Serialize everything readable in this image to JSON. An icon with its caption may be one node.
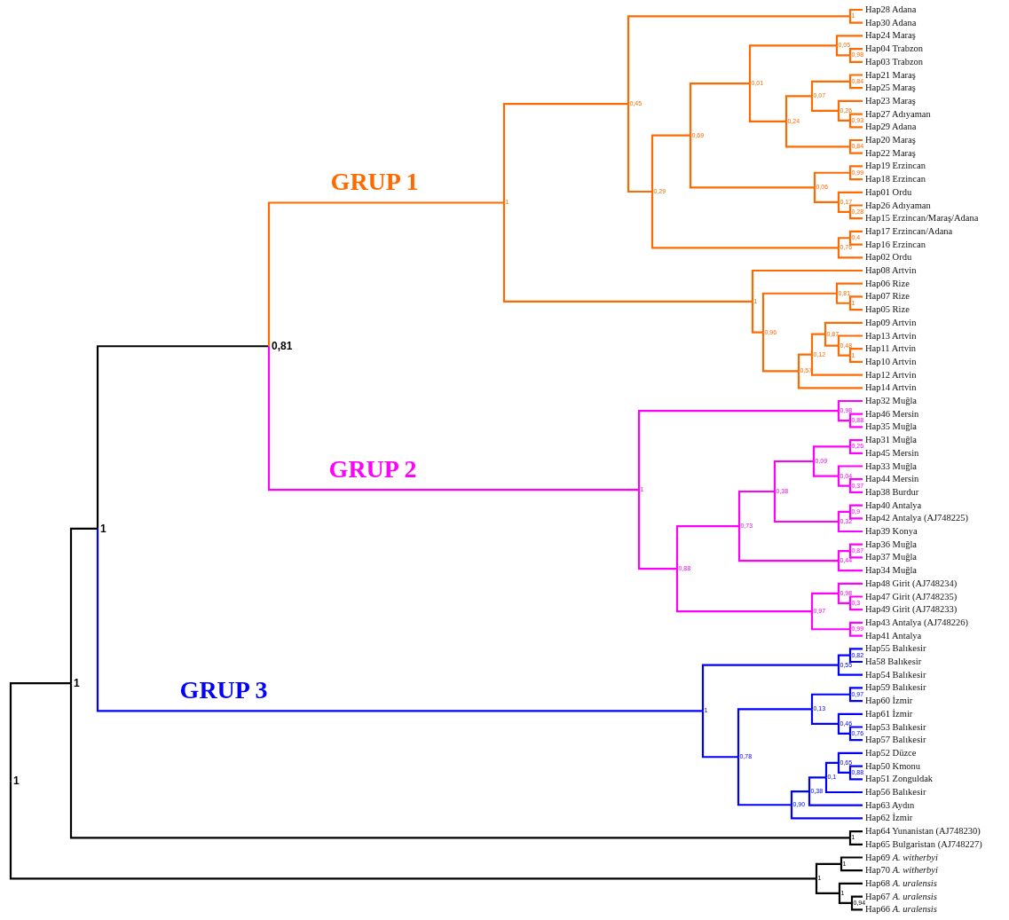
{
  "diagram": {
    "nodes": [
      {
        "text": [
          "1"
        ]
      },
      {
        "text": [
          "1"
        ]
      },
      {
        "text": [
          "1"
        ]
      },
      {
        "text": [
          "0,81"
        ]
      },
      {
        "text": [
          "1"
        ]
      },
      {
        "text": [
          "0,45"
        ]
      },
      {
        "text": [
          "1"
        ]
      },
      {
        "text": [
          "Hap28 Adana"
        ]
      },
      {
        "text": [
          "Hap30 Adana"
        ]
      },
      {
        "text": [
          "0,29"
        ]
      },
      {
        "text": [
          "0,69"
        ]
      },
      {
        "text": [
          "0,01"
        ]
      },
      {
        "text": [
          "0,05"
        ]
      },
      {
        "text": [
          "Hap24 Maraş"
        ]
      },
      {
        "text": [
          "0,98"
        ]
      },
      {
        "text": [
          "Hap04 Trabzon"
        ]
      },
      {
        "text": [
          "Hap03 Trabzon"
        ]
      },
      {
        "text": [
          "0,24"
        ]
      },
      {
        "text": [
          "0,07"
        ]
      },
      {
        "text": [
          "0,84"
        ]
      },
      {
        "text": [
          "Hap21 Maraş"
        ]
      },
      {
        "text": [
          "Hap25 Maraş"
        ]
      },
      {
        "text": [
          "0,26"
        ]
      },
      {
        "text": [
          "Hap23 Maraş"
        ]
      },
      {
        "text": [
          "0,93"
        ]
      },
      {
        "text": [
          "Hap27 Adıyaman"
        ]
      },
      {
        "text": [
          "Hap29 Adana"
        ]
      },
      {
        "text": [
          "0,84"
        ]
      },
      {
        "text": [
          "Hap20 Maraş"
        ]
      },
      {
        "text": [
          "Hap22 Maraş"
        ]
      },
      {
        "text": [
          "0,06"
        ]
      },
      {
        "text": [
          "0,99"
        ]
      },
      {
        "text": [
          "Hap19 Erzincan"
        ]
      },
      {
        "text": [
          "Hap18 Erzincan"
        ]
      },
      {
        "text": [
          "0,17"
        ]
      },
      {
        "text": [
          "Hap01 Ordu"
        ]
      },
      {
        "text": [
          "0,28"
        ]
      },
      {
        "text": [
          "Hap26 Adıyaman"
        ]
      },
      {
        "text": [
          "Hap15 Erzincan/Maraş/Adana"
        ]
      },
      {
        "text": [
          "0,76"
        ]
      },
      {
        "text": [
          "0,4"
        ]
      },
      {
        "text": [
          "Hap17 Erzincan/Adana"
        ]
      },
      {
        "text": [
          "Hap16 Erzincan"
        ]
      },
      {
        "text": [
          "Hap02 Ordu"
        ]
      },
      {
        "text": [
          "1"
        ]
      },
      {
        "text": [
          "Hap08 Artvin"
        ]
      },
      {
        "text": [
          "0,96"
        ]
      },
      {
        "text": [
          "0,81"
        ]
      },
      {
        "text": [
          "Hap06 Rize"
        ]
      },
      {
        "text": [
          "1"
        ]
      },
      {
        "text": [
          "Hap07 Rize"
        ]
      },
      {
        "text": [
          "Hap05 Rize"
        ]
      },
      {
        "text": [
          "0,57"
        ]
      },
      {
        "text": [
          "0,12"
        ]
      },
      {
        "text": [
          "0,87"
        ]
      },
      {
        "text": [
          "Hap09 Artvin"
        ]
      },
      {
        "text": [
          "0,48"
        ]
      },
      {
        "text": [
          "Hap13 Artvin"
        ]
      },
      {
        "text": [
          "1"
        ]
      },
      {
        "text": [
          "Hap11 Artvin"
        ]
      },
      {
        "text": [
          "Hap10 Artvin"
        ]
      },
      {
        "text": [
          "Hap12 Artvin"
        ]
      },
      {
        "text": [
          "Hap14 Artvin"
        ]
      },
      {
        "text": [
          "1"
        ]
      },
      {
        "text": [
          "0,98"
        ]
      },
      {
        "text": [
          "Hap32 Muğla"
        ]
      },
      {
        "text": [
          "0,88"
        ]
      },
      {
        "text": [
          "Hap46 Mersin"
        ]
      },
      {
        "text": [
          "Hap35 Muğla"
        ]
      },
      {
        "text": [
          "0,88"
        ]
      },
      {
        "text": [
          "0,73"
        ]
      },
      {
        "text": [
          "0,38"
        ]
      },
      {
        "text": [
          "0,09"
        ]
      },
      {
        "text": [
          "0,26"
        ]
      },
      {
        "text": [
          "Hap31 Muğla"
        ]
      },
      {
        "text": [
          "Hap45 Mersin"
        ]
      },
      {
        "text": [
          "0,04"
        ]
      },
      {
        "text": [
          "Hap33 Muğla"
        ]
      },
      {
        "text": [
          "0,37"
        ]
      },
      {
        "text": [
          "Hap44 Mersin"
        ]
      },
      {
        "text": [
          "Hap38 Burdur"
        ]
      },
      {
        "text": [
          "0,32"
        ]
      },
      {
        "text": [
          "0,9"
        ]
      },
      {
        "text": [
          "Hap40 Antalya"
        ]
      },
      {
        "text": [
          "Hap42 Antalya (AJ748225)"
        ]
      },
      {
        "text": [
          "Hap39 Konya"
        ]
      },
      {
        "text": [
          "0,44"
        ]
      },
      {
        "text": [
          "0,87"
        ]
      },
      {
        "text": [
          "Hap36 Muğla"
        ]
      },
      {
        "text": [
          "Hap37 Muğla"
        ]
      },
      {
        "text": [
          "Hap34 Muğla"
        ]
      },
      {
        "text": [
          "0,97"
        ]
      },
      {
        "text": [
          "0,98"
        ]
      },
      {
        "text": [
          "Hap48 Girit (AJ748234)"
        ]
      },
      {
        "text": [
          "0,3"
        ]
      },
      {
        "text": [
          "Hap47 Girit (AJ748235)"
        ]
      },
      {
        "text": [
          "Hap49 Girit (AJ748233)"
        ]
      },
      {
        "text": [
          "0,99"
        ]
      },
      {
        "text": [
          "Hap43 Antalya (AJ748226)"
        ]
      },
      {
        "text": [
          "Hap41 Antalya"
        ]
      },
      {
        "text": [
          "1"
        ]
      },
      {
        "text": [
          "0,55"
        ]
      },
      {
        "text": [
          "0,82"
        ]
      },
      {
        "text": [
          "Hap55 Balıkesir"
        ]
      },
      {
        "text": [
          "Ha58 Balıkesir"
        ]
      },
      {
        "text": [
          "Hap54 Balıkesir"
        ]
      },
      {
        "text": [
          "0,78"
        ]
      },
      {
        "text": [
          "0,13"
        ]
      },
      {
        "text": [
          "0,97"
        ]
      },
      {
        "text": [
          "Hap59 Balıkesir"
        ]
      },
      {
        "text": [
          "Hap60 İzmir"
        ]
      },
      {
        "text": [
          "0,46"
        ]
      },
      {
        "text": [
          "Hap61 İzmir"
        ]
      },
      {
        "text": [
          "0,76"
        ]
      },
      {
        "text": [
          "Hap53 Balıkesir"
        ]
      },
      {
        "text": [
          "Hap57 Balıkesir"
        ]
      },
      {
        "text": [
          "0,90"
        ]
      },
      {
        "text": [
          "0,38"
        ]
      },
      {
        "text": [
          "0,1"
        ]
      },
      {
        "text": [
          "0,65"
        ]
      },
      {
        "text": [
          "Hap52 Düzce"
        ]
      },
      {
        "text": [
          "0,88"
        ]
      },
      {
        "text": [
          "Hap50 Kmonu"
        ]
      },
      {
        "text": [
          "Hap51 Zonguldak"
        ]
      },
      {
        "text": [
          "Hap56 Balıkesir"
        ]
      },
      {
        "text": [
          "Hap63 Aydın"
        ]
      },
      {
        "text": [
          "Hap62 İzmir"
        ]
      },
      {
        "text": [
          "1"
        ]
      },
      {
        "text": [
          "Hap64 Yunanistan (AJ748230)"
        ]
      },
      {
        "text": [
          "Hap65 Bulgaristan (AJ748227)"
        ]
      },
      {
        "text": [
          "1"
        ]
      },
      {
        "text": [
          "1"
        ]
      },
      {
        "text": [
          "Hap69 *A. witherbyi*"
        ]
      },
      {
        "text": [
          "Hap70 *A. witherbyi*"
        ]
      },
      {
        "text": [
          "1"
        ]
      },
      {
        "text": [
          "Hap68 *A. uralensis*"
        ]
      },
      {
        "text": [
          "0,94"
        ]
      },
      {
        "text": [
          "Hap67 *A. uralensis*"
        ]
      },
      {
        "text": [
          "Hap66 *A. uralensis*"
        ]
      }
    ],
    "edges": [
      {
        "from": 0,
        "to": 1,
        "arrow": "none",
        "color": "#000000"
      },
      {
        "from": 1,
        "to": 2,
        "arrow": "none",
        "color": "#000000"
      },
      {
        "from": 2,
        "to": 3,
        "arrow": "none",
        "color": "#000000"
      },
      {
        "from": 3,
        "to": 4,
        "arrow": "none",
        "label": "GRUP 1"
      },
      {
        "from": 4,
        "to": 5,
        "arrow": "none"
      },
      {
        "from": 5,
        "to": 6,
        "arrow": "none"
      },
      {
        "from": 6,
        "to": 7,
        "arrow": "none"
      },
      {
        "from": 6,
        "to": 8,
        "arrow": "none"
      },
      {
        "from": 5,
        "to": 9,
        "arrow": "none"
      },
      {
        "from": 9,
        "to": 10,
        "arrow": "none"
      },
      {
        "from": 10,
        "to": 11,
        "arrow": "none"
      },
      {
        "from": 11,
        "to": 12,
        "arrow": "none"
      },
      {
        "from": 12,
        "to": 13,
        "arrow": "none"
      },
      {
        "from": 12,
        "to": 14,
        "arrow": "none"
      },
      {
        "from": 14,
        "to": 15,
        "arrow": "none"
      },
      {
        "from": 14,
        "to": 16,
        "arrow": "none"
      },
      {
        "from": 11,
        "to": 17,
        "arrow": "none"
      },
      {
        "from": 17,
        "to": 18,
        "arrow": "none"
      },
      {
        "from": 18,
        "to": 19,
        "arrow": "none"
      },
      {
        "from": 19,
        "to": 20,
        "arrow": "none"
      },
      {
        "from": 19,
        "to": 21,
        "arrow": "none"
      },
      {
        "from": 18,
        "to": 22,
        "arrow": "none"
      },
      {
        "from": 22,
        "to": 23,
        "arrow": "none"
      },
      {
        "from": 22,
        "to": 24,
        "arrow": "none"
      },
      {
        "from": 24,
        "to": 25,
        "arrow": "none"
      },
      {
        "from": 24,
        "to": 26,
        "arrow": "none"
      },
      {
        "from": 17,
        "to": 27,
        "arrow": "none"
      },
      {
        "from": 27,
        "to": 28,
        "arrow": "none"
      },
      {
        "from": 27,
        "to": 29,
        "arrow": "none"
      },
      {
        "from": 10,
        "to": 30,
        "arrow": "none"
      },
      {
        "from": 30,
        "to": 31,
        "arrow": "none"
      },
      {
        "from": 31,
        "to": 32,
        "arrow": "none"
      },
      {
        "from": 31,
        "to": 33,
        "arrow": "none"
      },
      {
        "from": 30,
        "to": 34,
        "arrow": "none"
      },
      {
        "from": 34,
        "to": 35,
        "arrow": "none"
      },
      {
        "from": 34,
        "to": 36,
        "arrow": "none"
      },
      {
        "from": 36,
        "to": 37,
        "arrow": "none"
      },
      {
        "from": 36,
        "to": 38,
        "arrow": "none"
      },
      {
        "from": 9,
        "to": 39,
        "arrow": "none"
      },
      {
        "from": 39,
        "to": 40,
        "arrow": "none"
      },
      {
        "from": 40,
        "to": 41,
        "arrow": "none"
      },
      {
        "from": 40,
        "to": 42,
        "arrow": "none"
      },
      {
        "from": 39,
        "to": 43,
        "arrow": "none"
      },
      {
        "from": 4,
        "to": 44,
        "arrow": "none"
      },
      {
        "from": 44,
        "to": 45,
        "arrow": "none"
      },
      {
        "from": 44,
        "to": 46,
        "arrow": "none"
      },
      {
        "from": 46,
        "to": 47,
        "arrow": "none"
      },
      {
        "from": 47,
        "to": 48,
        "arrow": "none"
      },
      {
        "from": 47,
        "to": 49,
        "arrow": "none"
      },
      {
        "from": 49,
        "to": 50,
        "arrow": "none"
      },
      {
        "from": 49,
        "to": 51,
        "arrow": "none"
      },
      {
        "from": 46,
        "to": 52,
        "arrow": "none"
      },
      {
        "from": 52,
        "to": 53,
        "arrow": "none"
      },
      {
        "from": 53,
        "to": 54,
        "arrow": "none"
      },
      {
        "from": 54,
        "to": 55,
        "arrow": "none"
      },
      {
        "from": 54,
        "to": 56,
        "arrow": "none"
      },
      {
        "from": 56,
        "to": 57,
        "arrow": "none"
      },
      {
        "from": 56,
        "to": 58,
        "arrow": "none"
      },
      {
        "from": 58,
        "to": 59,
        "arrow": "none"
      },
      {
        "from": 58,
        "to": 60,
        "arrow": "none"
      },
      {
        "from": 53,
        "to": 61,
        "arrow": "none"
      },
      {
        "from": 52,
        "to": 62,
        "arrow": "none"
      },
      {
        "from": 3,
        "to": 63,
        "arrow": "none",
        "color": "#ff00ff",
        "label": "GRUP 2"
      },
      {
        "from": 63,
        "to": 64,
        "arrow": "none",
        "color": "#ff00ff"
      },
      {
        "from": 64,
        "to": 65,
        "arrow": "none",
        "color": "#ff00ff"
      },
      {
        "from": 64,
        "to": 66,
        "arrow": "none",
        "color": "#ff00ff"
      },
      {
        "from": 66,
        "to": 67,
        "arrow": "none",
        "color": "#ff00ff"
      },
      {
        "from": 66,
        "to": 68,
        "arrow": "none",
        "color": "#ff00ff"
      },
      {
        "from": 63,
        "to": 69,
        "arrow": "none",
        "color": "#ff00ff"
      },
      {
        "from": 69,
        "to": 70,
        "arrow": "none",
        "color": "#ff00ff"
      },
      {
        "from": 70,
        "to": 71,
        "arrow": "none",
        "color": "#ff00ff"
      },
      {
        "from": 71,
        "to": 72,
        "arrow": "none",
        "color": "#ff00ff"
      },
      {
        "from": 72,
        "to": 73,
        "arrow": "none",
        "color": "#ff00ff"
      },
      {
        "from": 73,
        "to": 74,
        "arrow": "none",
        "color": "#ff00ff"
      },
      {
        "from": 73,
        "to": 75,
        "arrow": "none",
        "color": "#ff00ff"
      },
      {
        "from": 72,
        "to": 76,
        "arrow": "none",
        "color": "#ff00ff"
      },
      {
        "from": 76,
        "to": 77,
        "arrow": "none",
        "color": "#ff00ff"
      },
      {
        "from": 76,
        "to": 78,
        "arrow": "none",
        "color": "#ff00ff"
      },
      {
        "from": 78,
        "to": 79,
        "arrow": "none",
        "color": "#ff00ff"
      },
      {
        "from": 78,
        "to": 80,
        "arrow": "none",
        "color": "#ff00ff"
      },
      {
        "from": 71,
        "to": 81,
        "arrow": "none",
        "color": "#ff00ff"
      },
      {
        "from": 81,
        "to": 82,
        "arrow": "none",
        "color": "#ff00ff"
      },
      {
        "from": 82,
        "to": 83,
        "arrow": "none",
        "color": "#ff00ff"
      },
      {
        "from": 82,
        "to": 84,
        "arrow": "none",
        "color": "#ff00ff"
      },
      {
        "from": 81,
        "to": 85,
        "arrow": "none",
        "color": "#ff00ff"
      },
      {
        "from": 70,
        "to": 86,
        "arrow": "none",
        "color": "#ff00ff"
      },
      {
        "from": 86,
        "to": 87,
        "arrow": "none",
        "color": "#ff00ff"
      },
      {
        "from": 87,
        "to": 88,
        "arrow": "none",
        "color": "#ff00ff"
      },
      {
        "from": 87,
        "to": 89,
        "arrow": "none",
        "color": "#ff00ff"
      },
      {
        "from": 86,
        "to": 90,
        "arrow": "none",
        "color": "#ff00ff"
      },
      {
        "from": 69,
        "to": 91,
        "arrow": "none",
        "color": "#ff00ff"
      },
      {
        "from": 91,
        "to": 92,
        "arrow": "none",
        "color": "#ff00ff"
      },
      {
        "from": 92,
        "to": 93,
        "arrow": "none",
        "color": "#ff00ff"
      },
      {
        "from": 92,
        "to": 94,
        "arrow": "none",
        "color": "#ff00ff"
      },
      {
        "from": 94,
        "to": 95,
        "arrow": "none",
        "color": "#ff00ff"
      },
      {
        "from": 94,
        "to": 96,
        "arrow": "none",
        "color": "#ff00ff"
      },
      {
        "from": 91,
        "to": 97,
        "arrow": "none",
        "color": "#ff00ff"
      },
      {
        "from": 97,
        "to": 98,
        "arrow": "none",
        "color": "#ff00ff"
      },
      {
        "from": 97,
        "to": 99,
        "arrow": "none",
        "color": "#ff00ff"
      },
      {
        "from": 2,
        "to": 100,
        "arrow": "none",
        "color": "#0000ff",
        "label": "GRUP 3"
      },
      {
        "from": 100,
        "to": 101,
        "arrow": "none",
        "color": "#0000ff"
      },
      {
        "from": 101,
        "to": 102,
        "arrow": "none",
        "color": "#0000ff"
      },
      {
        "from": 102,
        "to": 103,
        "arrow": "none",
        "color": "#0000ff"
      },
      {
        "from": 102,
        "to": 104,
        "arrow": "none",
        "color": "#0000ff"
      },
      {
        "from": 101,
        "to": 105,
        "arrow": "none",
        "color": "#0000ff"
      },
      {
        "from": 100,
        "to": 106,
        "arrow": "none",
        "color": "#0000ff"
      },
      {
        "from": 106,
        "to": 107,
        "arrow": "none",
        "color": "#0000ff"
      },
      {
        "from": 107,
        "to": 108,
        "arrow": "none",
        "color": "#0000ff"
      },
      {
        "from": 108,
        "to": 109,
        "arrow": "none",
        "color": "#0000ff"
      },
      {
        "from": 108,
        "to": 110,
        "arrow": "none",
        "color": "#0000ff"
      },
      {
        "from": 107,
        "to": 111,
        "arrow": "none",
        "color": "#0000ff"
      },
      {
        "from": 111,
        "to": 112,
        "arrow": "none",
        "color": "#0000ff"
      },
      {
        "from": 111,
        "to": 113,
        "arrow": "none",
        "color": "#0000ff"
      },
      {
        "from": 113,
        "to": 114,
        "arrow": "none",
        "color": "#0000ff"
      },
      {
        "from": 113,
        "to": 115,
        "arrow": "none",
        "color": "#0000ff"
      },
      {
        "from": 106,
        "to": 116,
        "arrow": "none",
        "color": "#0000ff"
      },
      {
        "from": 116,
        "to": 117,
        "arrow": "none",
        "color": "#0000ff"
      },
      {
        "from": 117,
        "to": 118,
        "arrow": "none",
        "color": "#0000ff"
      },
      {
        "from": 118,
        "to": 119,
        "arrow": "none",
        "color": "#0000ff"
      },
      {
        "from": 119,
        "to": 120,
        "arrow": "none",
        "color": "#0000ff"
      },
      {
        "from": 119,
        "to": 121,
        "arrow": "none",
        "color": "#0000ff"
      },
      {
        "from": 121,
        "to": 122,
        "arrow": "none",
        "color": "#0000ff"
      },
      {
        "from": 121,
        "to": 123,
        "arrow": "none",
        "color": "#0000ff"
      },
      {
        "from": 118,
        "to": 124,
        "arrow": "none",
        "color": "#0000ff"
      },
      {
        "from": 117,
        "to": 125,
        "arrow": "none",
        "color": "#0000ff"
      },
      {
        "from": 116,
        "to": 126,
        "arrow": "none",
        "color": "#0000ff"
      },
      {
        "from": 1,
        "to": 127,
        "arrow": "none",
        "color": "#000000"
      },
      {
        "from": 127,
        "to": 128,
        "arrow": "none",
        "color": "#000000"
      },
      {
        "from": 127,
        "to": 129,
        "arrow": "none",
        "color": "#000000"
      },
      {
        "from": 0,
        "to": 130,
        "arrow": "none",
        "color": "#000000"
      },
      {
        "from": 130,
        "to": 131,
        "arrow": "none",
        "color": "#000000"
      },
      {
        "from": 131,
        "to": 132,
        "arrow": "none",
        "color": "#000000"
      },
      {
        "from": 131,
        "to": 133,
        "arrow": "none",
        "color": "#000000"
      },
      {
        "from": 130,
        "to": 134,
        "arrow": "none",
        "color": "#000000"
      },
      {
        "from": 134,
        "to": 135,
        "arrow": "none",
        "color": "#000000"
      },
      {
        "from": 134,
        "to": 136,
        "arrow": "none",
        "color": "#000000"
      },
      {
        "from": 136,
        "to": 137,
        "arrow": "none",
        "color": "#000000"
      },
      {
        "from": 136,
        "to": 138,
        "arrow": "none",
        "color": "#000000"
      }
    ]
  }
}
